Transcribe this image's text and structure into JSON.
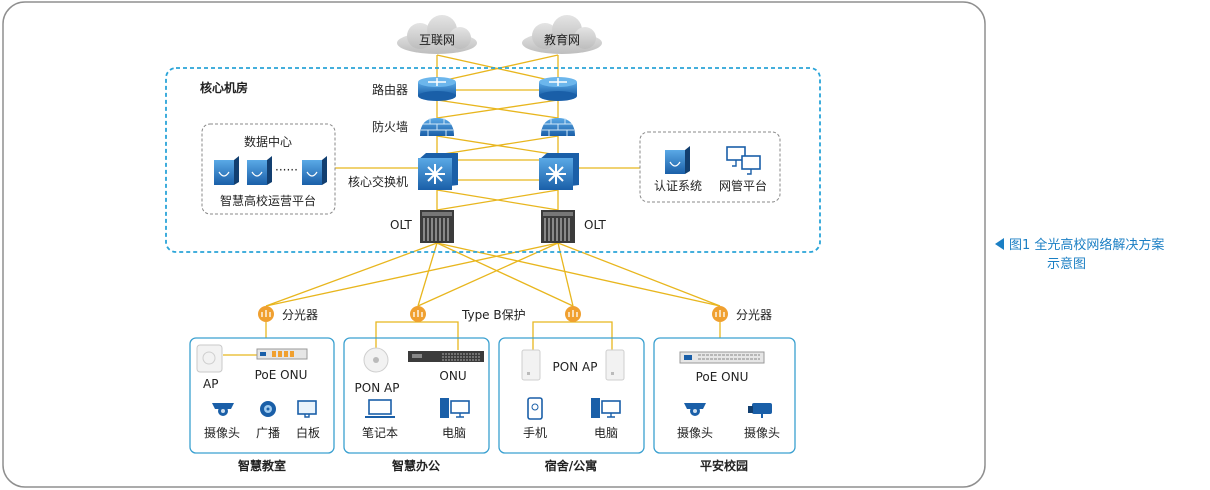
{
  "clouds": {
    "internet": "互联网",
    "education": "教育网"
  },
  "core_room": {
    "title": "核心机房",
    "router_label": "路由器",
    "firewall_label": "防火墙",
    "core_switch_label": "核心交换机",
    "olt_left_label": "OLT",
    "olt_right_label": "OLT",
    "datacenter": {
      "title": "数据中心",
      "dots": "······",
      "platform": "智慧高校运营平台"
    },
    "services": {
      "auth": "认证系统",
      "netmgmt": "网管平台"
    }
  },
  "splitters": {
    "left_label": "分光器",
    "middle_label": "Type B保护",
    "right_label": "分光器"
  },
  "zones": [
    {
      "name": "智慧教室",
      "ap": "AP",
      "onu": "PoE ONU",
      "camera": "摄像头",
      "broadcast": "广播",
      "whiteboard": "白板"
    },
    {
      "name": "智慧办公",
      "ap": "PON AP",
      "onu": "ONU",
      "laptop": "笔记本",
      "pc": "电脑"
    },
    {
      "name": "宿舍/公寓",
      "ap": "PON AP",
      "phone": "手机",
      "pc": "电脑"
    },
    {
      "name": "平安校园",
      "onu": "PoE ONU",
      "camera1": "摄像头",
      "camera2": "摄像头"
    }
  ],
  "caption": {
    "line1": "图1 全光高校网络解决方案",
    "line2": "示意图"
  },
  "colors": {
    "accent": "#1b7fc4",
    "link": "#e8b61e",
    "border": "#3aa0d0",
    "splitter": "#f0a030"
  }
}
